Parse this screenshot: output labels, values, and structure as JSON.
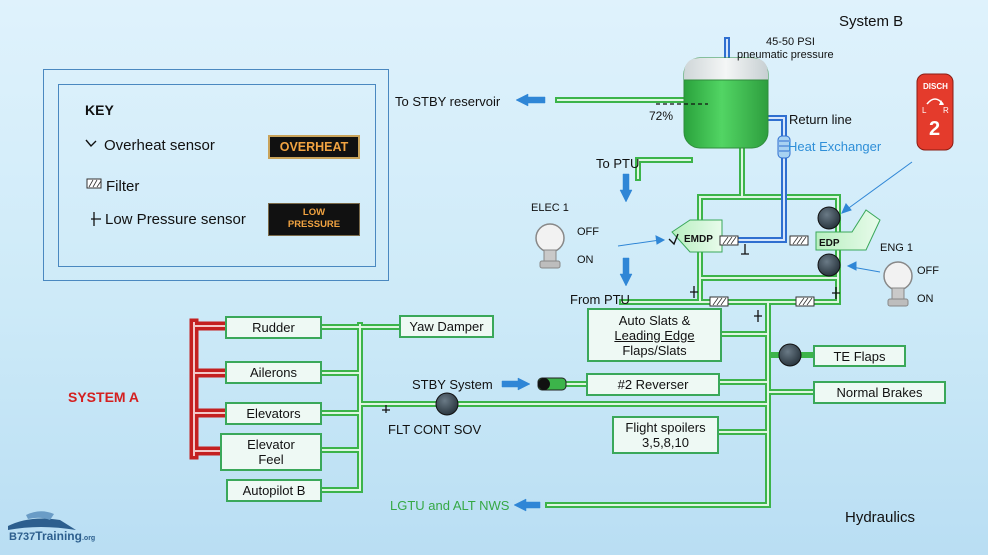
{
  "header": {
    "system_b": "System B",
    "hydraulics": "Hydraulics",
    "system_a": "SYSTEM A"
  },
  "reservoir": {
    "pressure_line1": "45-50 PSI",
    "pressure_line2": "pneumatic pressure",
    "level": "72%"
  },
  "labels": {
    "to_stby_reservoir": "To STBY reservoir",
    "return_line": "Return line",
    "heat_exchanger": "Heat Exchanger",
    "to_ptu": "To PTU",
    "from_ptu": "From PTU",
    "stby_system": "STBY System",
    "flt_cont_sov": "FLT CONT SOV",
    "lgtu": "LGTU and ALT NWS"
  },
  "key": {
    "title": "KEY",
    "overheat_sensor": "Overheat sensor",
    "filter": "Filter",
    "low_pressure_sensor": "Low Pressure sensor",
    "overheat_light": "OVERHEAT",
    "low_pressure_light_1": "LOW",
    "low_pressure_light_2": "PRESSURE"
  },
  "elec1": {
    "label": "ELEC 1",
    "off": "OFF",
    "on": "ON"
  },
  "eng1": {
    "label": "ENG 1",
    "off": "OFF",
    "on": "ON"
  },
  "pumps": {
    "emdp": "EMDP",
    "edp": "EDP"
  },
  "fire_handle": {
    "disch": "DISCH",
    "left": "L",
    "right": "R",
    "number": "2"
  },
  "components": {
    "rudder": "Rudder",
    "ailerons": "Ailerons",
    "elevators": "Elevators",
    "elevator_feel_1": "Elevator",
    "elevator_feel_2": "Feel",
    "autopilot_b": "Autopilot B",
    "yaw_damper": "Yaw Damper",
    "auto_slats_1": "Auto Slats &",
    "auto_slats_2": "Leading Edge",
    "auto_slats_3": "Flaps/Slats",
    "te_flaps": "TE Flaps",
    "reverser": "#2 Reverser",
    "normal_brakes": "Normal Brakes",
    "flight_spoilers_1": "Flight spoilers",
    "flight_spoilers_2": "3,5,8,10"
  },
  "logo": {
    "brand": "B737",
    "brand2": "Training",
    "suffix": ".org"
  },
  "colors": {
    "pressure_line": "#3cb44a",
    "return_line": "#2f6fd0",
    "system_a_line": "#c42020",
    "arrow": "#2f86d6",
    "fluid": "#3cc452",
    "system_a_text": "#d42020",
    "heat_exchanger_text": "#2f8fd8",
    "lgtu_text": "#35a845"
  }
}
